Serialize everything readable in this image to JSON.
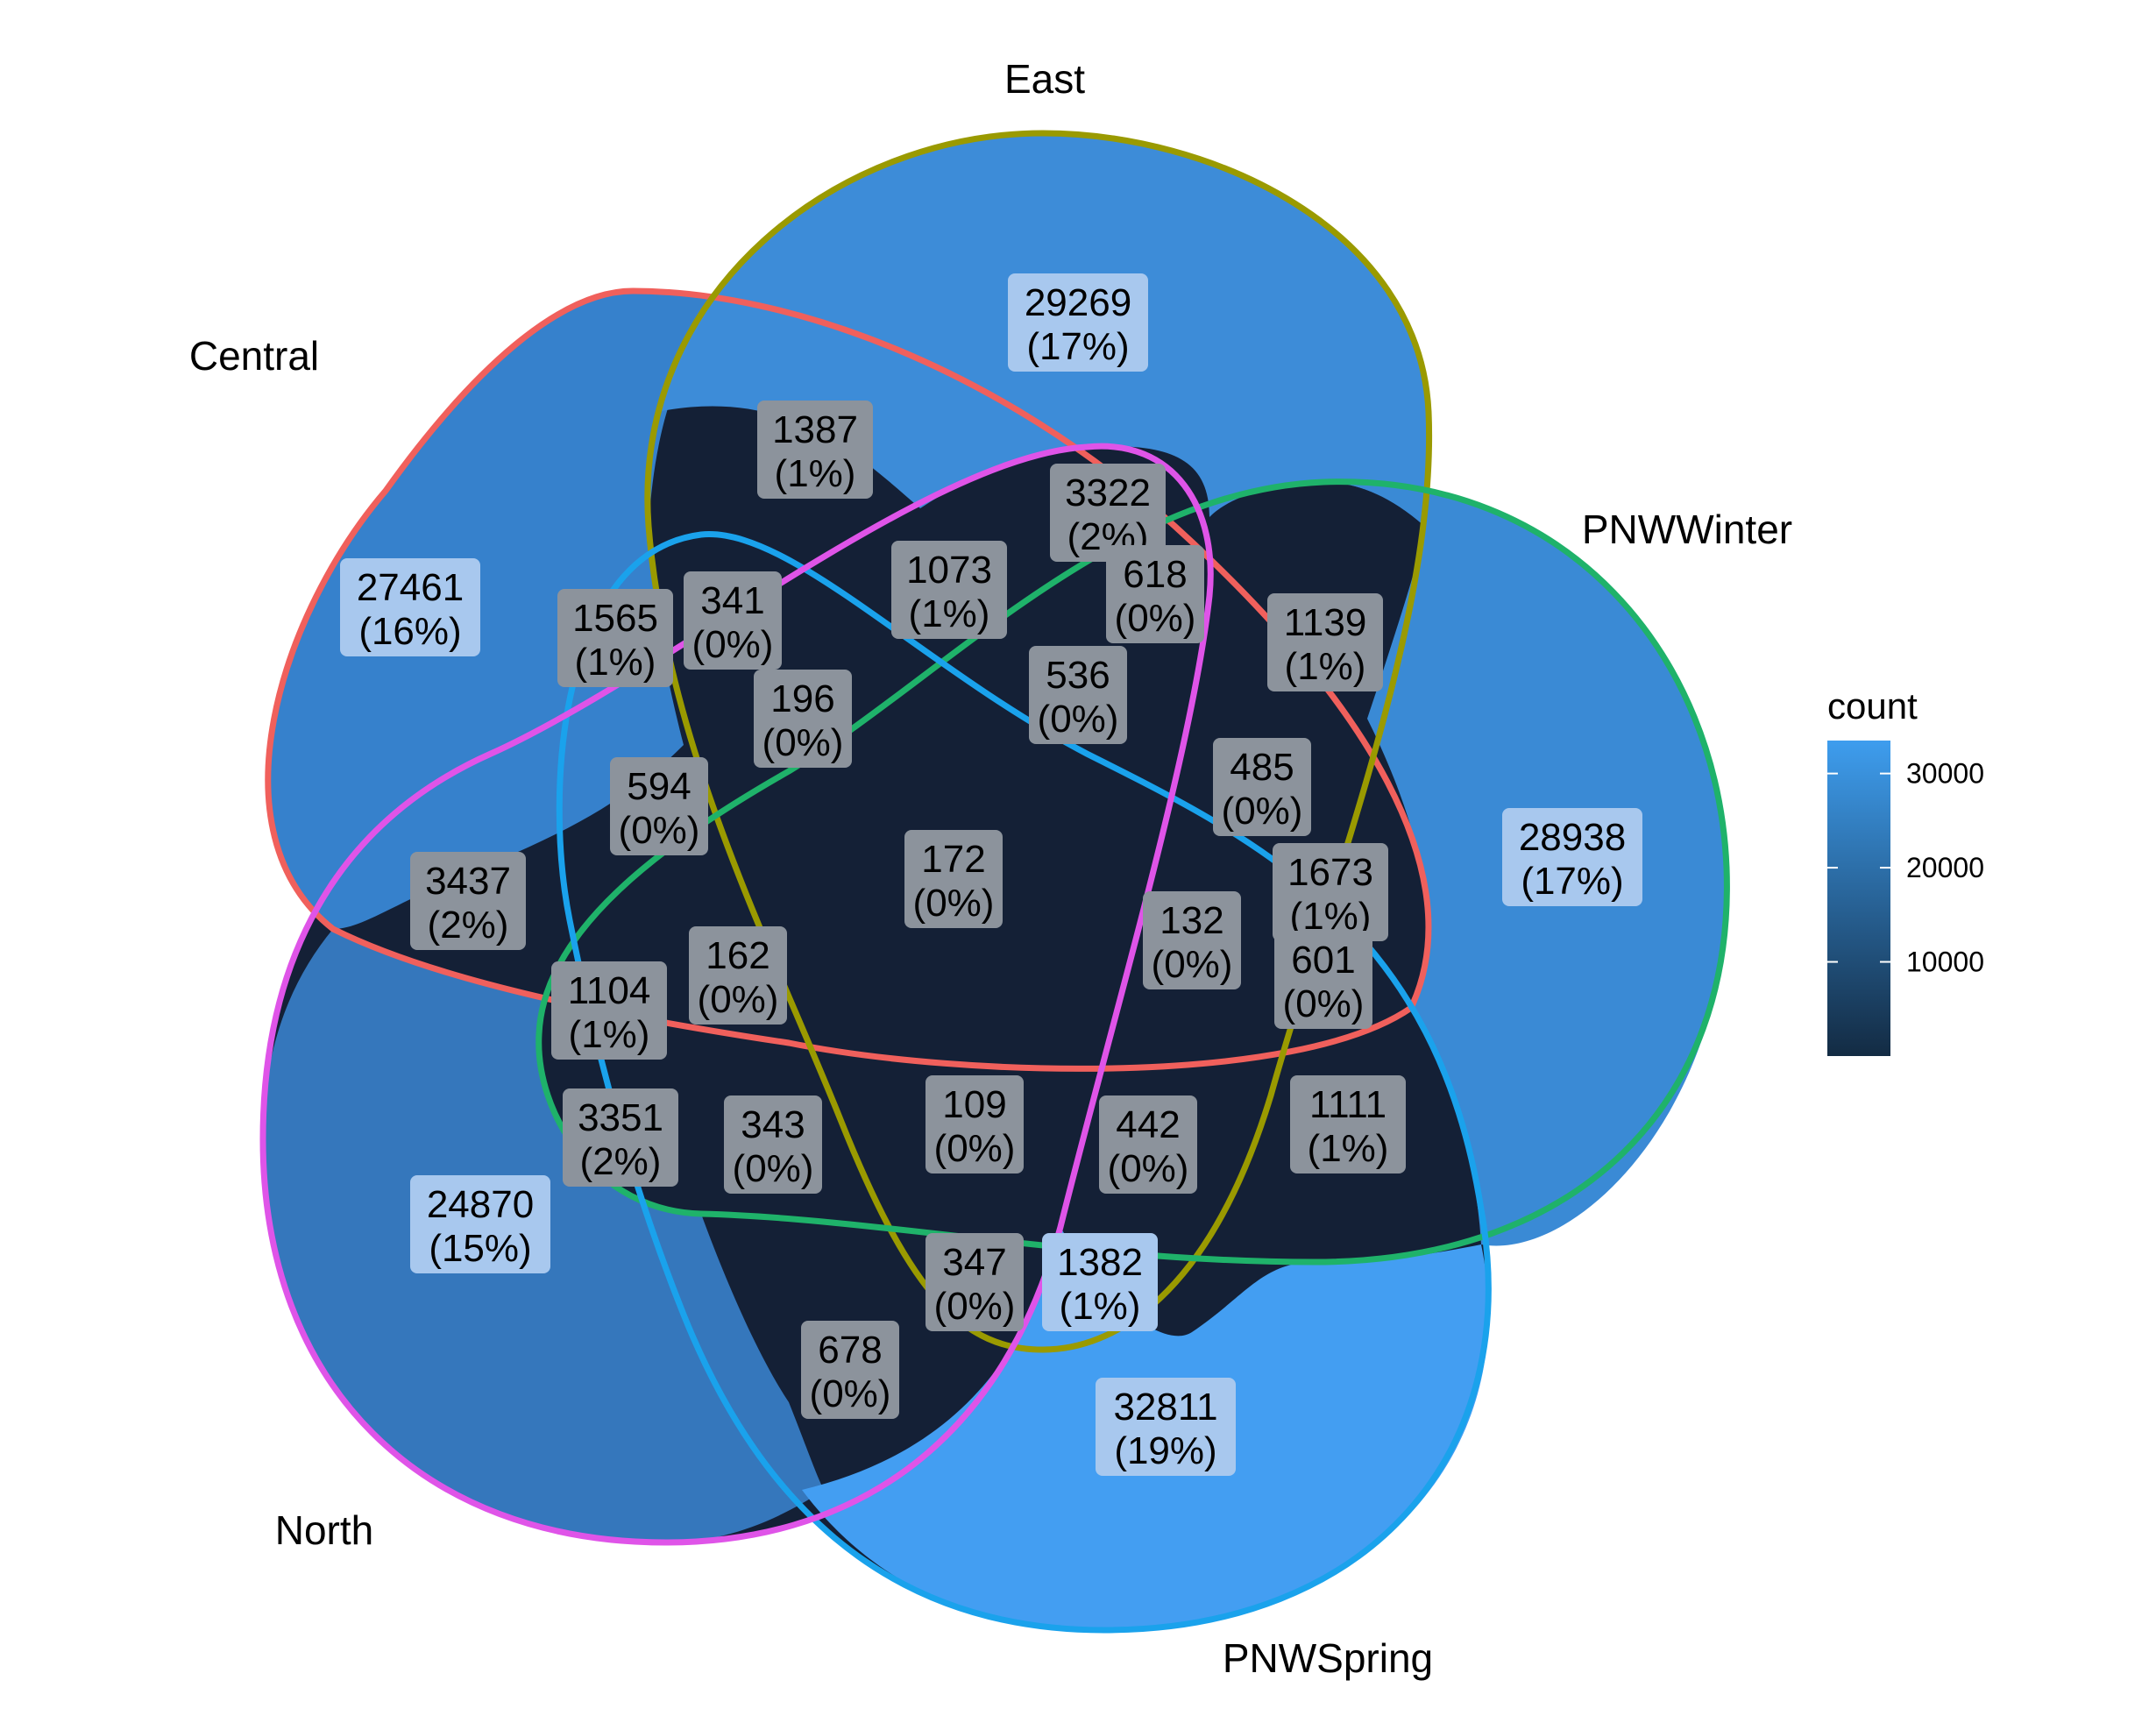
{
  "sets": [
    {
      "name": "Central",
      "color": "#f0605c"
    },
    {
      "name": "East",
      "color": "#9a9a00"
    },
    {
      "name": "PNWWinter",
      "color": "#1fb26a"
    },
    {
      "name": "PNWSpring",
      "color": "#1aa2ec"
    },
    {
      "name": "North",
      "color": "#df54e8"
    }
  ],
  "regions": [
    {
      "count": "29269",
      "pct": "(17%)"
    },
    {
      "count": "27461",
      "pct": "(16%)"
    },
    {
      "count": "28938",
      "pct": "(17%)"
    },
    {
      "count": "24870",
      "pct": "(15%)"
    },
    {
      "count": "32811",
      "pct": "(19%)"
    },
    {
      "count": "1387",
      "pct": "(1%)"
    },
    {
      "count": "3322",
      "pct": "(2%)"
    },
    {
      "count": "618",
      "pct": "(0%)"
    },
    {
      "count": "1073",
      "pct": "(1%)"
    },
    {
      "count": "1139",
      "pct": "(1%)"
    },
    {
      "count": "1565",
      "pct": "(1%)"
    },
    {
      "count": "341",
      "pct": "(0%)"
    },
    {
      "count": "536",
      "pct": "(0%)"
    },
    {
      "count": "196",
      "pct": "(0%)"
    },
    {
      "count": "485",
      "pct": "(0%)"
    },
    {
      "count": "594",
      "pct": "(0%)"
    },
    {
      "count": "1673",
      "pct": "(1%)"
    },
    {
      "count": "3437",
      "pct": "(2%)"
    },
    {
      "count": "172",
      "pct": "(0%)"
    },
    {
      "count": "132",
      "pct": "(0%)"
    },
    {
      "count": "601",
      "pct": "(0%)"
    },
    {
      "count": "162",
      "pct": "(0%)"
    },
    {
      "count": "1104",
      "pct": "(1%)"
    },
    {
      "count": "109",
      "pct": "(0%)"
    },
    {
      "count": "1111",
      "pct": "(1%)"
    },
    {
      "count": "3351",
      "pct": "(2%)"
    },
    {
      "count": "343",
      "pct": "(0%)"
    },
    {
      "count": "442",
      "pct": "(0%)"
    },
    {
      "count": "347",
      "pct": "(0%)"
    },
    {
      "count": "1382",
      "pct": "(1%)"
    },
    {
      "count": "678",
      "pct": "(0%)"
    }
  ],
  "legend": {
    "title": "count",
    "ticks": [
      "30000",
      "20000",
      "10000"
    ],
    "tick_values": [
      30000,
      20000,
      10000
    ],
    "range": [
      0,
      33500
    ],
    "low_color": "#132b43",
    "high_color": "#3e9dee"
  },
  "fill_colors": {
    "Central": "#3681cc",
    "East": "#3d8cd8",
    "PNWWinter": "#3a8ad5",
    "North": "#3577bc",
    "PNWSpring": "#439ef2",
    "overlap": "#142036"
  }
}
